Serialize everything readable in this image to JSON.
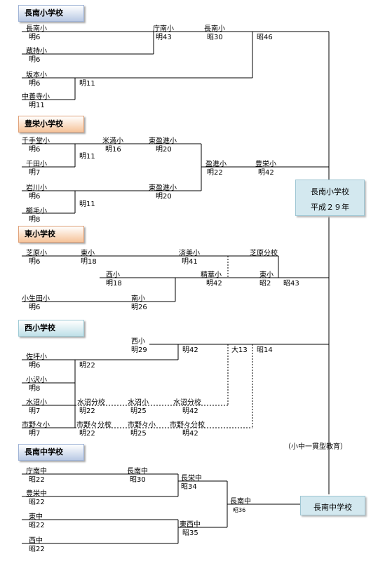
{
  "headers": {
    "chonan_sho": "長南小学校",
    "toyosaka_sho": "豊栄小学校",
    "higashi_sho": "東小学校",
    "nishi_sho": "西小学校",
    "chonan_chu": "長南中学校"
  },
  "results": {
    "elementary_name": "長南小学校",
    "elementary_year": "平成２９年",
    "junior_name": "長南中学校",
    "note": "（小中一貫型教育）"
  },
  "chonan": {
    "chonan_sho_1": {
      "name": "長南小",
      "year": "明6"
    },
    "kuramochi": {
      "name": "蔵持小",
      "year": "明6"
    },
    "sakamoto": {
      "name": "坂本小",
      "year": "明6"
    },
    "nakazenji": {
      "name": "中善寺小",
      "year": "明11"
    },
    "m11": "明11",
    "chonan_chosho": {
      "name": "庁南小",
      "year": "明43"
    },
    "chonan_sho_2": {
      "name": "長南小",
      "year": "昭30"
    },
    "s46": "昭46"
  },
  "toyosaka": {
    "sengoku": {
      "name": "千手堂小",
      "year": "明6"
    },
    "chida": {
      "name": "千田小",
      "year": "明7"
    },
    "m11a": "明11",
    "iwakawa": {
      "name": "岩川小",
      "year": "明6"
    },
    "kushige": {
      "name": "櫛毛小",
      "year": "明8"
    },
    "m11b": "明11",
    "yonemitsu": {
      "name": "米満小",
      "year": "明16"
    },
    "higashi_eishin_1": {
      "name": "東盈進小",
      "year": "明20"
    },
    "higashi_eishin_2": {
      "name": "東盈進小",
      "year": "明20"
    },
    "eishin": {
      "name": "盈進小",
      "year": "明22"
    },
    "toyosaka_sho": {
      "name": "豊栄小",
      "year": "明42"
    }
  },
  "higashi": {
    "shibahara": {
      "name": "芝原小",
      "year": "明6"
    },
    "higashi_1": {
      "name": "東小",
      "year": "明18"
    },
    "saibi": {
      "name": "済美小",
      "year": "明41"
    },
    "shibahara_bunko": {
      "name": "芝原分校"
    },
    "nishi": {
      "name": "西小",
      "year": "明18"
    },
    "seika": {
      "name": "精華小",
      "year": "明42"
    },
    "higashi_2": {
      "name": "東小",
      "year": "昭2"
    },
    "s43": "昭43",
    "oikuta": {
      "name": "小生田小",
      "year": "明6"
    },
    "minami": {
      "name": "南小",
      "year": "明26"
    }
  },
  "nishi": {
    "nishi_sho": {
      "name": "西小",
      "year": "明29"
    },
    "m42": "明42",
    "dai13": "大13",
    "s14": "昭14",
    "satsubo": {
      "name": "佐坪小",
      "year": "明6"
    },
    "kozawa": {
      "name": "小沢小",
      "year": "明8"
    },
    "m22": "明22",
    "mizunuma": {
      "name": "水沼小",
      "year": "明7"
    },
    "mizunuma_bunko_1": {
      "name": "水沼分校",
      "year": "明22"
    },
    "mizunuma_2": {
      "name": "水沼小",
      "year": "明25"
    },
    "mizunuma_bunko_2": {
      "name": "水沼分校",
      "year": "明42"
    },
    "ichinono": {
      "name": "市野々小",
      "year": "明7"
    },
    "ichinono_bunko_1": {
      "name": "市野々分校",
      "year": "明22"
    },
    "ichinono_2": {
      "name": "市野々小",
      "year": "明25"
    },
    "ichinono_bunko_2": {
      "name": "市野々分校",
      "year": "明42"
    }
  },
  "junior": {
    "chonan_chu_1": {
      "name": "庁南中",
      "year": "昭22"
    },
    "chonan_chu_2": {
      "name": "長南中",
      "year": "昭30"
    },
    "toyosaka_chu": {
      "name": "豊栄中",
      "year": "昭22"
    },
    "choei_chu": {
      "name": "長栄中",
      "year": "昭34"
    },
    "higashi_chu": {
      "name": "東中",
      "year": "昭22"
    },
    "nishi_chu": {
      "name": "西中",
      "year": "昭22"
    },
    "tozai_chu": {
      "name": "東西中",
      "year": "昭35"
    },
    "chonan_chu_3": {
      "name": "長南中",
      "year": "昭36"
    }
  }
}
